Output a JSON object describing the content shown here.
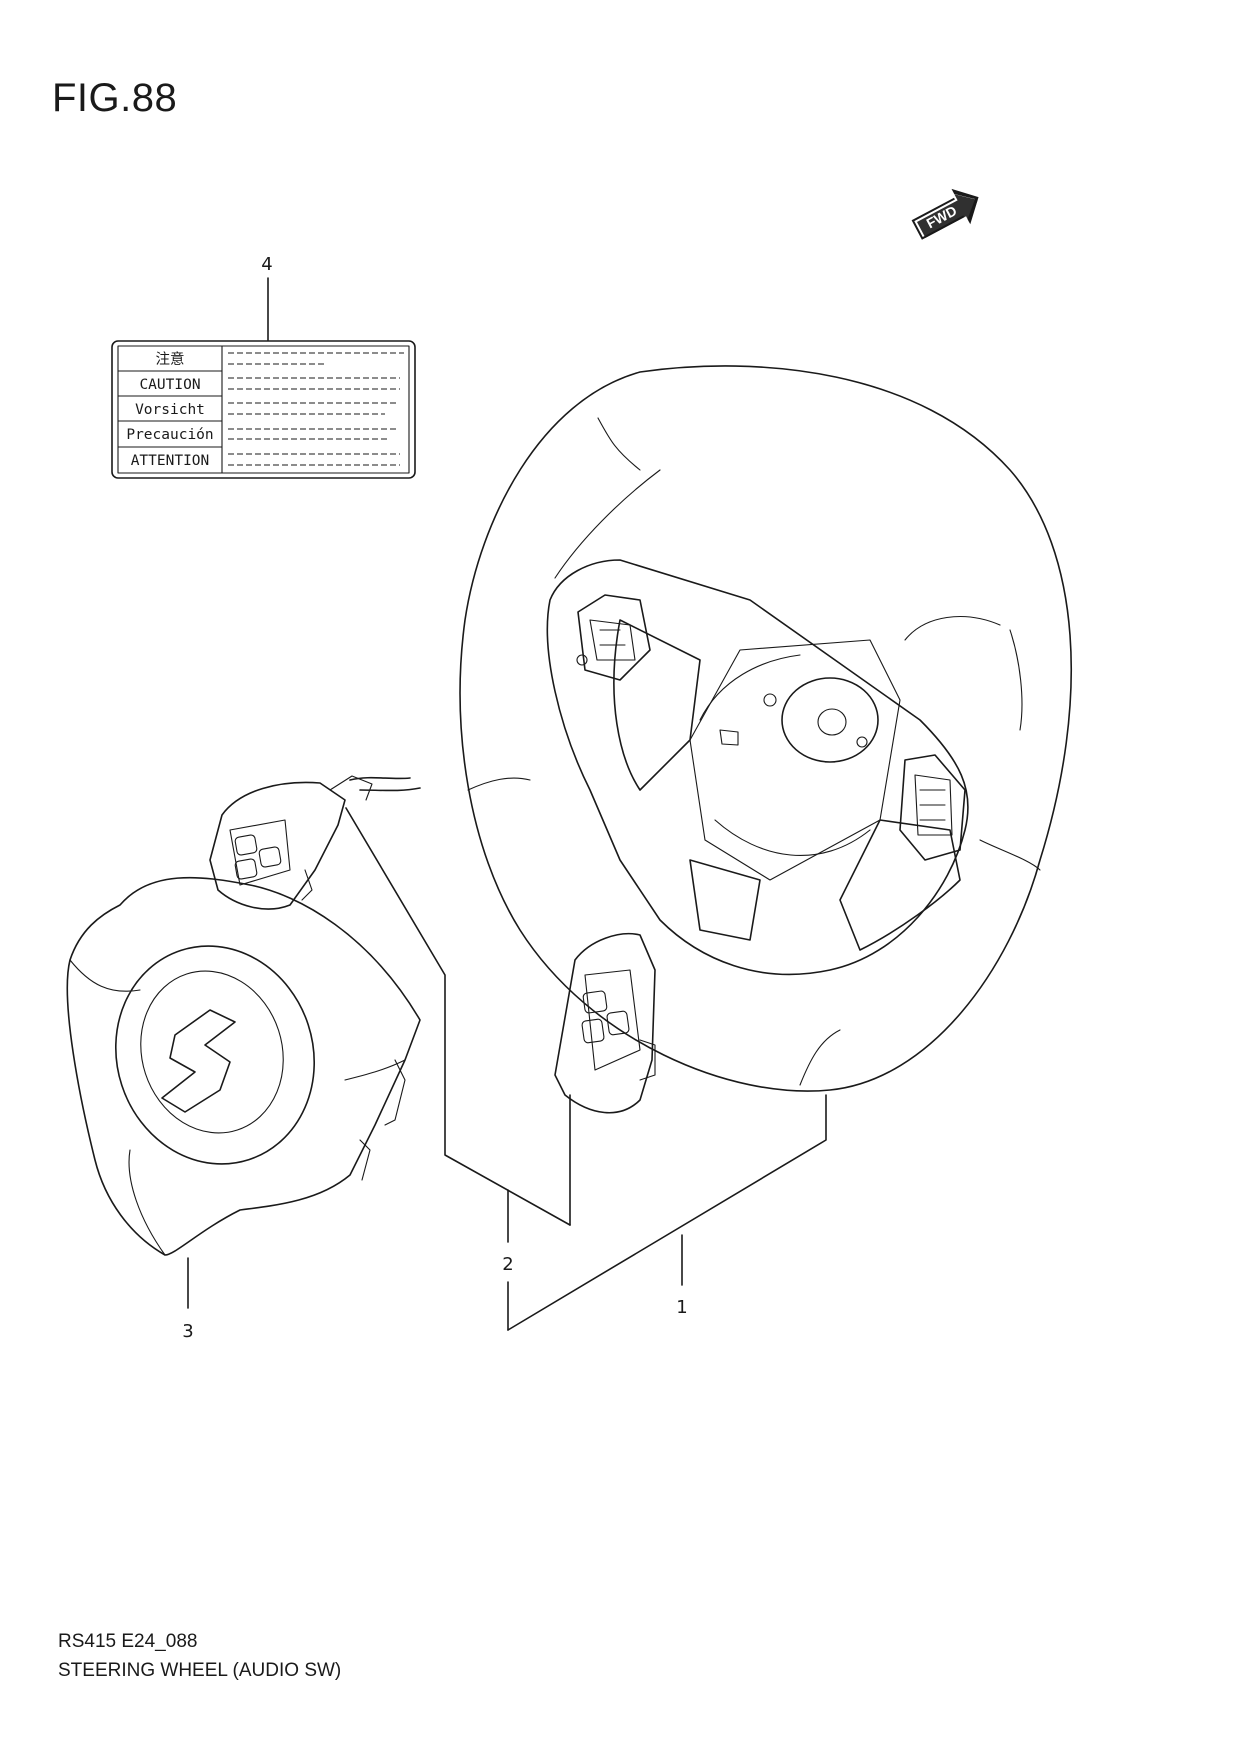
{
  "figure": {
    "title": "FIG.88"
  },
  "fwd_arrow": {
    "label": "FWD"
  },
  "callouts": {
    "c1": "1",
    "c2": "2",
    "c3": "3",
    "c4": "4"
  },
  "caution_label": {
    "rows": [
      "注意",
      "CAUTION",
      "Vorsicht",
      "Precaución",
      "ATTENTION"
    ]
  },
  "footer": {
    "code": "RS415 E24_088",
    "description": "STEERING WHEEL (AUDIO SW)"
  }
}
